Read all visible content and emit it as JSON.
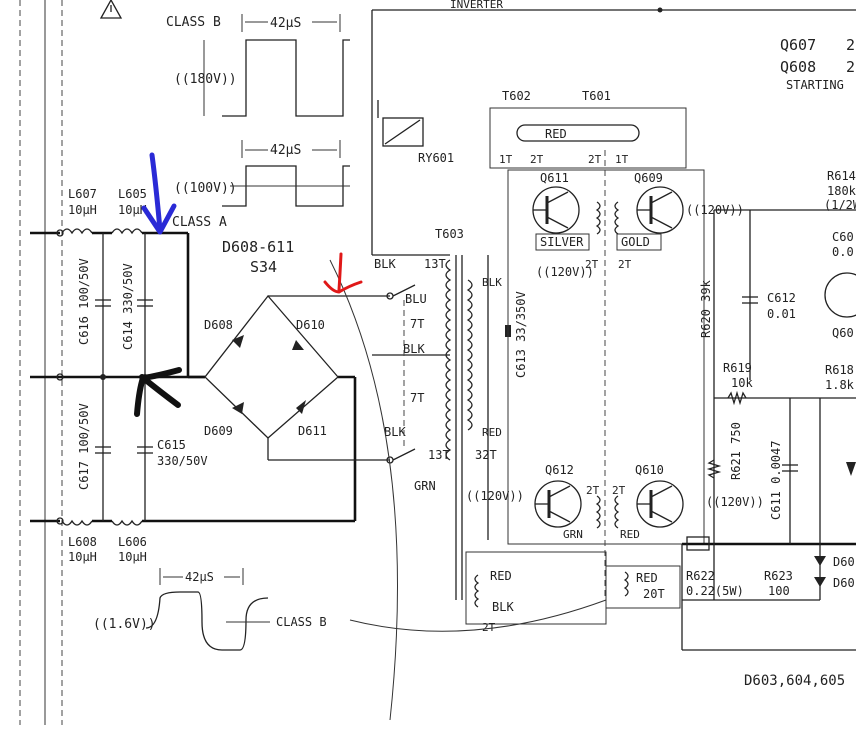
{
  "labels": {
    "class_b": "CLASS B",
    "class_a": "CLASS A",
    "class_b_bottom": "CLASS B",
    "period_1": "42μS",
    "period_2": "42μS",
    "period_3": "42μS",
    "v_180": "((180V))",
    "v_100": "((100V))",
    "v_1_6": "((1.6V))",
    "inverter": "INVERTER",
    "q607": "Q607",
    "q608": "Q608",
    "starting": "STARTING",
    "q607_val": "2",
    "q608_val": "2",
    "t602": "T602",
    "t601": "T601",
    "t603": "T603",
    "ry601": "RY601",
    "l607": "L607",
    "l607_val": "10μH",
    "l605": "L605",
    "l605_val": "10μH",
    "l608": "L608",
    "l608_val": "10μH",
    "l606": "L606",
    "l606_val": "10μH",
    "c616": "C616 100/50V",
    "c614": "C614 330/50V",
    "c617": "C617 100/50V",
    "c615": "C615",
    "c615_val": "330/50V",
    "d608_611": "D608-611",
    "s34": "S34",
    "d608": "D608",
    "d609": "D609",
    "d610": "D610",
    "d611": "D611",
    "blk1": "BLK",
    "blk2": "BLK",
    "blk3": "BLK",
    "blk4": "BLK",
    "blk5": "BLK",
    "blu": "BLU",
    "grn1": "GRN",
    "grn2": "GRN",
    "red1": "RED",
    "red2": "RED",
    "red3": "RED",
    "red4": "RED",
    "red5": "RED",
    "t13_1": "13T",
    "t7_1": "7T",
    "t7_2": "7T",
    "t13_2": "13T",
    "t32": "32T",
    "t1_a": "1T",
    "t2_a": "2T",
    "t1_b": "1T",
    "t2_b": "2T",
    "t2_c": "2T",
    "t2_d": "2T",
    "t2_e": "2T",
    "t2_f": "2T",
    "t20": "20T",
    "t2_g": "2T",
    "c613": "C613 33/350V",
    "q611": "Q611",
    "q609": "Q609",
    "q612": "Q612",
    "q610": "Q610",
    "silver": "SILVER",
    "gold": "GOLD",
    "v120_a": "((120V))",
    "v120_b": "((120V))",
    "v120_c": "((120V))",
    "v120_d": "((120V))",
    "r620": "R620 39k",
    "c612": "C612",
    "c612_val": "0.01",
    "r619": "R619",
    "r619_val": "10k",
    "r621": "R621 750",
    "c611": "C611 0.0047",
    "r622": "R622",
    "r622_val": "0.22(5W)",
    "r623": "R623",
    "r623_val": "100",
    "r614": "R614",
    "r614_val": "180k",
    "r614_w": "(1/2W)",
    "c60x": "C60",
    "c60x_val": "0.0",
    "q60x": "Q60",
    "r618": "R618",
    "r618_val": "1.8k",
    "d60a": "D60",
    "d60b": "D60",
    "d603": "D603,604,605"
  },
  "colors": {
    "ink": "#222222",
    "blue_arrow": "#2a2ad6",
    "red_arrow": "#e01818",
    "black_arrow": "#111111"
  }
}
